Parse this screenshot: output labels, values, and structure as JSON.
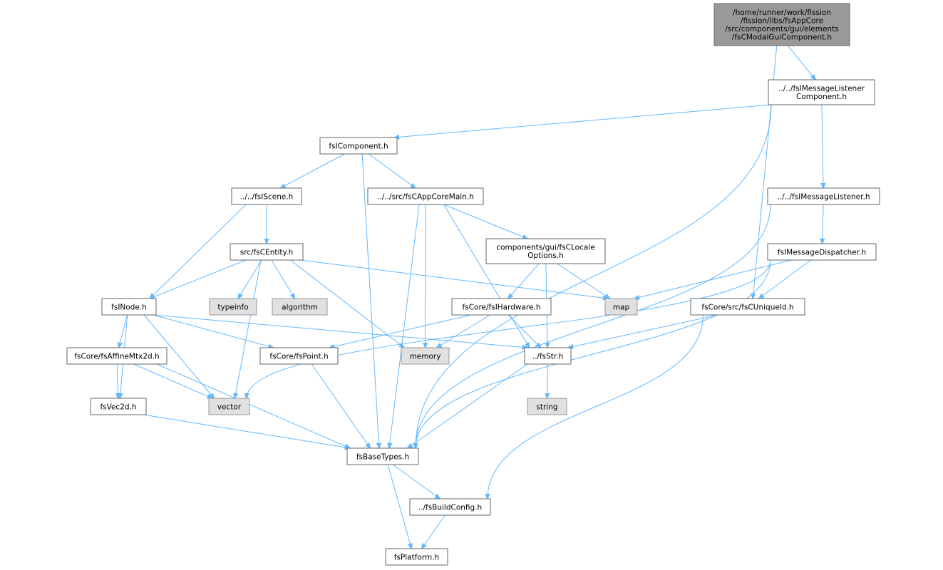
{
  "graph": {
    "edge_color": "#63b8ff",
    "node_border_color": "#666666",
    "root_fill": "#999999",
    "std_fill": "#e0e0e0",
    "nodes": {
      "root": {
        "lines": [
          "/home/runner/work/fission",
          "/fission/libs/fsAppCore",
          "/src/components/gui/elements",
          "/fsCModalGuiComponent.h"
        ],
        "kind": "root"
      },
      "msglistenercomp": {
        "lines": [
          "../../fsIMessageListener",
          "Component.h"
        ],
        "kind": "normal"
      },
      "icomponent": {
        "lines": [
          "fsIComponent.h"
        ],
        "kind": "normal"
      },
      "iscene": {
        "lines": [
          "../../fsIScene.h"
        ],
        "kind": "normal"
      },
      "cappcoremain": {
        "lines": [
          "../../src/fsCAppCoreMain.h"
        ],
        "kind": "normal"
      },
      "msglistener": {
        "lines": [
          "../../fsIMessageListener.h"
        ],
        "kind": "normal"
      },
      "centity": {
        "lines": [
          "src/fsCEntity.h"
        ],
        "kind": "normal"
      },
      "clocale": {
        "lines": [
          "components/gui/fsCLocale",
          "Options.h"
        ],
        "kind": "normal"
      },
      "msgdispatcher": {
        "lines": [
          "fsIMessageDispatcher.h"
        ],
        "kind": "normal"
      },
      "inode": {
        "lines": [
          "fsINode.h"
        ],
        "kind": "normal"
      },
      "typeinfo": {
        "lines": [
          "typeinfo"
        ],
        "kind": "std"
      },
      "algorithm": {
        "lines": [
          "algorithm"
        ],
        "kind": "std"
      },
      "ihardware": {
        "lines": [
          "fsCore/fsIHardware.h"
        ],
        "kind": "normal"
      },
      "map": {
        "lines": [
          "map"
        ],
        "kind": "std"
      },
      "cuniqueid": {
        "lines": [
          "fsCore/src/fsCUniqueId.h"
        ],
        "kind": "normal"
      },
      "affinemtx": {
        "lines": [
          "fsCore/fsAffineMtx2d.h"
        ],
        "kind": "normal"
      },
      "point": {
        "lines": [
          "fsCore/fsPoint.h"
        ],
        "kind": "normal"
      },
      "memory": {
        "lines": [
          "memory"
        ],
        "kind": "std"
      },
      "fsstr": {
        "lines": [
          "../fsStr.h"
        ],
        "kind": "normal"
      },
      "vec2d": {
        "lines": [
          "fsVec2d.h"
        ],
        "kind": "normal"
      },
      "vector": {
        "lines": [
          "vector"
        ],
        "kind": "std"
      },
      "string": {
        "lines": [
          "string"
        ],
        "kind": "std"
      },
      "basetypes": {
        "lines": [
          "fsBaseTypes.h"
        ],
        "kind": "normal"
      },
      "buildconfig": {
        "lines": [
          "../fsBuildConfig.h"
        ],
        "kind": "normal"
      },
      "platform": {
        "lines": [
          "fsPlatform.h"
        ],
        "kind": "normal"
      }
    },
    "edges": [
      [
        "root",
        "msglistenercomp"
      ],
      [
        "root",
        "cuniqueid"
      ],
      [
        "msglistenercomp",
        "icomponent"
      ],
      [
        "msglistenercomp",
        "msglistener"
      ],
      [
        "msglistenercomp",
        "basetypes"
      ],
      [
        "icomponent",
        "iscene"
      ],
      [
        "icomponent",
        "cappcoremain"
      ],
      [
        "icomponent",
        "basetypes"
      ],
      [
        "iscene",
        "centity"
      ],
      [
        "iscene",
        "inode"
      ],
      [
        "cappcoremain",
        "clocale"
      ],
      [
        "cappcoremain",
        "memory"
      ],
      [
        "cappcoremain",
        "fsstr"
      ],
      [
        "cappcoremain",
        "basetypes"
      ],
      [
        "msglistener",
        "msgdispatcher"
      ],
      [
        "msglistener",
        "basetypes"
      ],
      [
        "centity",
        "inode"
      ],
      [
        "centity",
        "typeinfo"
      ],
      [
        "centity",
        "algorithm"
      ],
      [
        "centity",
        "map"
      ],
      [
        "centity",
        "memory"
      ],
      [
        "centity",
        "vector"
      ],
      [
        "clocale",
        "ihardware"
      ],
      [
        "clocale",
        "map"
      ],
      [
        "clocale",
        "fsstr"
      ],
      [
        "msgdispatcher",
        "map"
      ],
      [
        "msgdispatcher",
        "cuniqueid"
      ],
      [
        "msgdispatcher",
        "vector"
      ],
      [
        "msgdispatcher",
        "basetypes"
      ],
      [
        "inode",
        "affinemtx"
      ],
      [
        "inode",
        "point"
      ],
      [
        "inode",
        "fsstr"
      ],
      [
        "inode",
        "vec2d"
      ],
      [
        "inode",
        "vector"
      ],
      [
        "ihardware",
        "point"
      ],
      [
        "ihardware",
        "memory"
      ],
      [
        "ihardware",
        "fsstr"
      ],
      [
        "cuniqueid",
        "fsstr"
      ],
      [
        "cuniqueid",
        "buildconfig"
      ],
      [
        "affinemtx",
        "vec2d"
      ],
      [
        "affinemtx",
        "vector"
      ],
      [
        "affinemtx",
        "basetypes"
      ],
      [
        "point",
        "basetypes"
      ],
      [
        "fsstr",
        "string"
      ],
      [
        "fsstr",
        "basetypes"
      ],
      [
        "vec2d",
        "basetypes"
      ],
      [
        "basetypes",
        "buildconfig"
      ],
      [
        "basetypes",
        "platform"
      ],
      [
        "buildconfig",
        "platform"
      ]
    ]
  }
}
